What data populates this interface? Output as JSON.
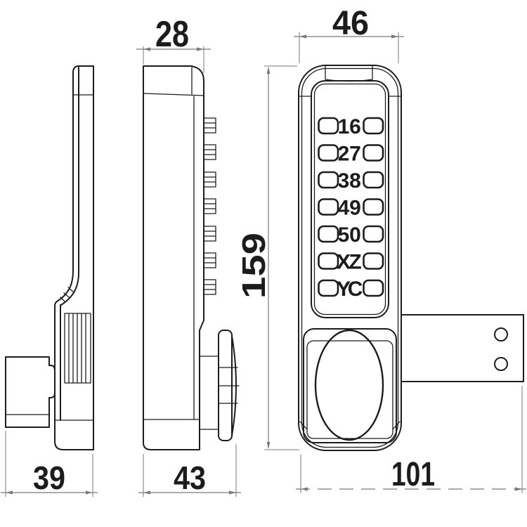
{
  "colors": {
    "line": "#1c1c1c",
    "dimension": "#7a7a7a",
    "background": "#ffffff"
  },
  "dimensions": {
    "case_depth": "28",
    "front_width": "46",
    "front_height": "159",
    "latch_depth": "39",
    "body_depth": "43",
    "overall_width": "101"
  },
  "keypad": {
    "rows": [
      {
        "left": "1",
        "right": "6"
      },
      {
        "left": "2",
        "right": "7"
      },
      {
        "left": "3",
        "right": "8"
      },
      {
        "left": "4",
        "right": "9"
      },
      {
        "left": "5",
        "right": "0"
      },
      {
        "left": "X",
        "right": "Z"
      },
      {
        "left": "Y",
        "right": "C"
      }
    ]
  }
}
